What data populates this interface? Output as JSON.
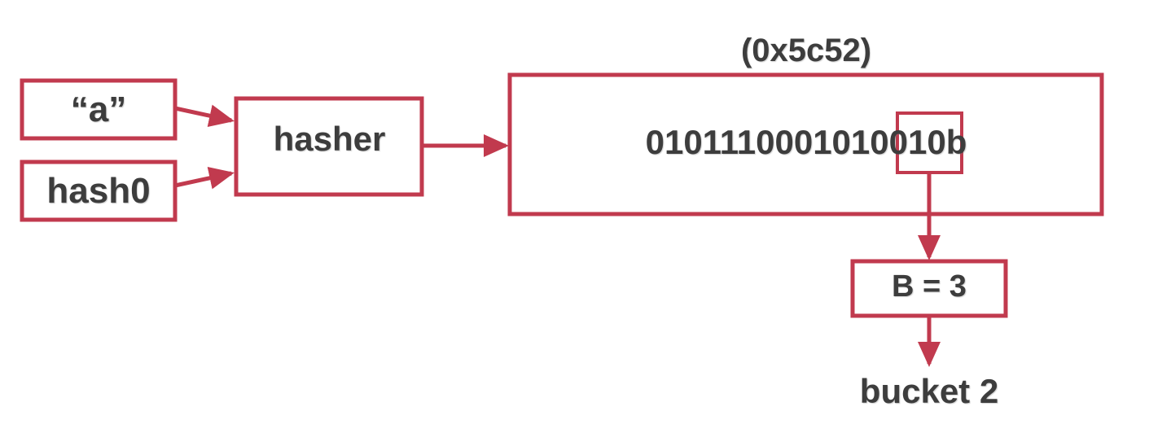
{
  "diagram": {
    "title": "hash bucket selection flow",
    "colors": {
      "stroke": "#c13a4e",
      "text": "#3d3d3d",
      "background": "#ffffff"
    },
    "nodes": {
      "input_key": {
        "label": "“a”",
        "name": "input-key-box"
      },
      "input_seed": {
        "label": "hash0",
        "name": "input-seed-box"
      },
      "hasher": {
        "label": "hasher",
        "name": "hasher-box"
      },
      "hash_result": {
        "hex_label": "(0x5c52)",
        "binary_label": "0101110001010010b",
        "highlighted_bits": "010",
        "name": "hash-result-box"
      },
      "bucket_count": {
        "label": "B = 3",
        "name": "bucket-count-box"
      },
      "bucket_result": {
        "label": "bucket 2",
        "name": "bucket-result-label"
      }
    },
    "edges": [
      {
        "name": "edge-key-to-hasher",
        "from": "input_key",
        "to": "hasher"
      },
      {
        "name": "edge-seed-to-hasher",
        "from": "input_seed",
        "to": "hasher"
      },
      {
        "name": "edge-hasher-to-hash-result",
        "from": "hasher",
        "to": "hash_result"
      },
      {
        "name": "edge-bits-to-bucket-count",
        "from": "highlighted_bits",
        "to": "bucket_count"
      },
      {
        "name": "edge-bucket-count-to-bucket-result",
        "from": "bucket_count",
        "to": "bucket_result"
      }
    ]
  }
}
